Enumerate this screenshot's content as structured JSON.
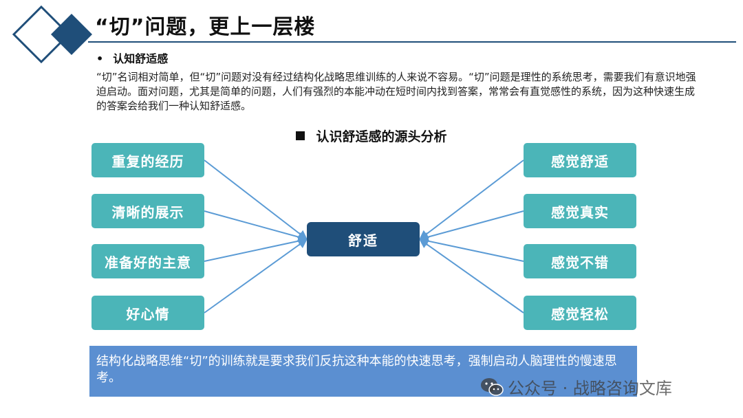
{
  "header": {
    "title": "“切”问题，更上一层楼"
  },
  "section": {
    "bullet": "•",
    "heading": "认知舒适感",
    "paragraph": "“切”名词相对简单，但“切”问题对没有经过结构化战略思维训练的人来说不容易。“切”问题是理性的系统思考，需要我们有意识地强迫启动。面对问题，尤其是简单的问题，人们有强烈的本能冲动在短时间内找到答案，常常会有直觉感性的系统，因为这种快速生成的答案会给我们一种认知舒适感。"
  },
  "diagram": {
    "heading": "认识舒适感的源头分析",
    "left_boxes": [
      "重复的经历",
      "清晰的展示",
      "准备好的主意",
      "好心情"
    ],
    "center": "舒适",
    "right_boxes": [
      "感觉舒适",
      "感觉真实",
      "感觉不错",
      "感觉轻松"
    ],
    "colors": {
      "box": "#4bb5b8",
      "center": "#1f4e79",
      "line": "#5b9bd5"
    }
  },
  "summary": {
    "text": "结构化战略思维“切”的训练就是要求我们反抗这种本能的快速思考，强制启动人脑理性的慢速思考。"
  },
  "watermark": {
    "icon": "wechat-icon",
    "text": "公众号 · 战略咨询文库"
  }
}
